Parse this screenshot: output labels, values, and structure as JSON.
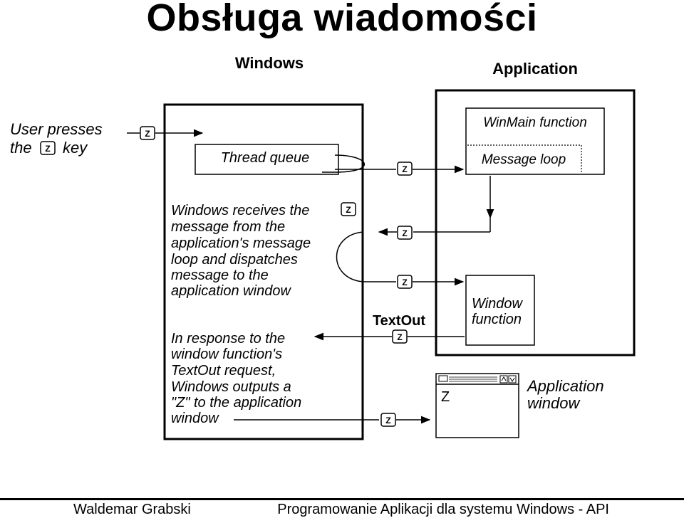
{
  "title": "Obsługa wiadomości",
  "headers": {
    "windows": "Windows",
    "application": "Application"
  },
  "user": {
    "line1": "User presses",
    "line2_pre": "the",
    "line2_post": "key"
  },
  "key_label": "Z",
  "thread_queue": "Thread queue",
  "winmain": {
    "title": "WinMain  function",
    "message_loop": "Message  loop"
  },
  "window_function": {
    "line1": "Window",
    "line2": "function"
  },
  "receives_text": [
    "Windows receives the",
    "message from the",
    "application's message",
    "loop and dispatches",
    "message to the",
    "application window"
  ],
  "textout_label": "TextOut",
  "response_text": [
    "In response to the",
    "window function's",
    "TextOut request,",
    "Windows outputs a",
    "\"Z\" to the application",
    "window"
  ],
  "app_window": {
    "content": "Z",
    "label1": "Application",
    "label2": "window"
  },
  "footer": {
    "author": "Waldemar Grabski",
    "course": "Programowanie Aplikacji dla systemu Windows - API"
  }
}
